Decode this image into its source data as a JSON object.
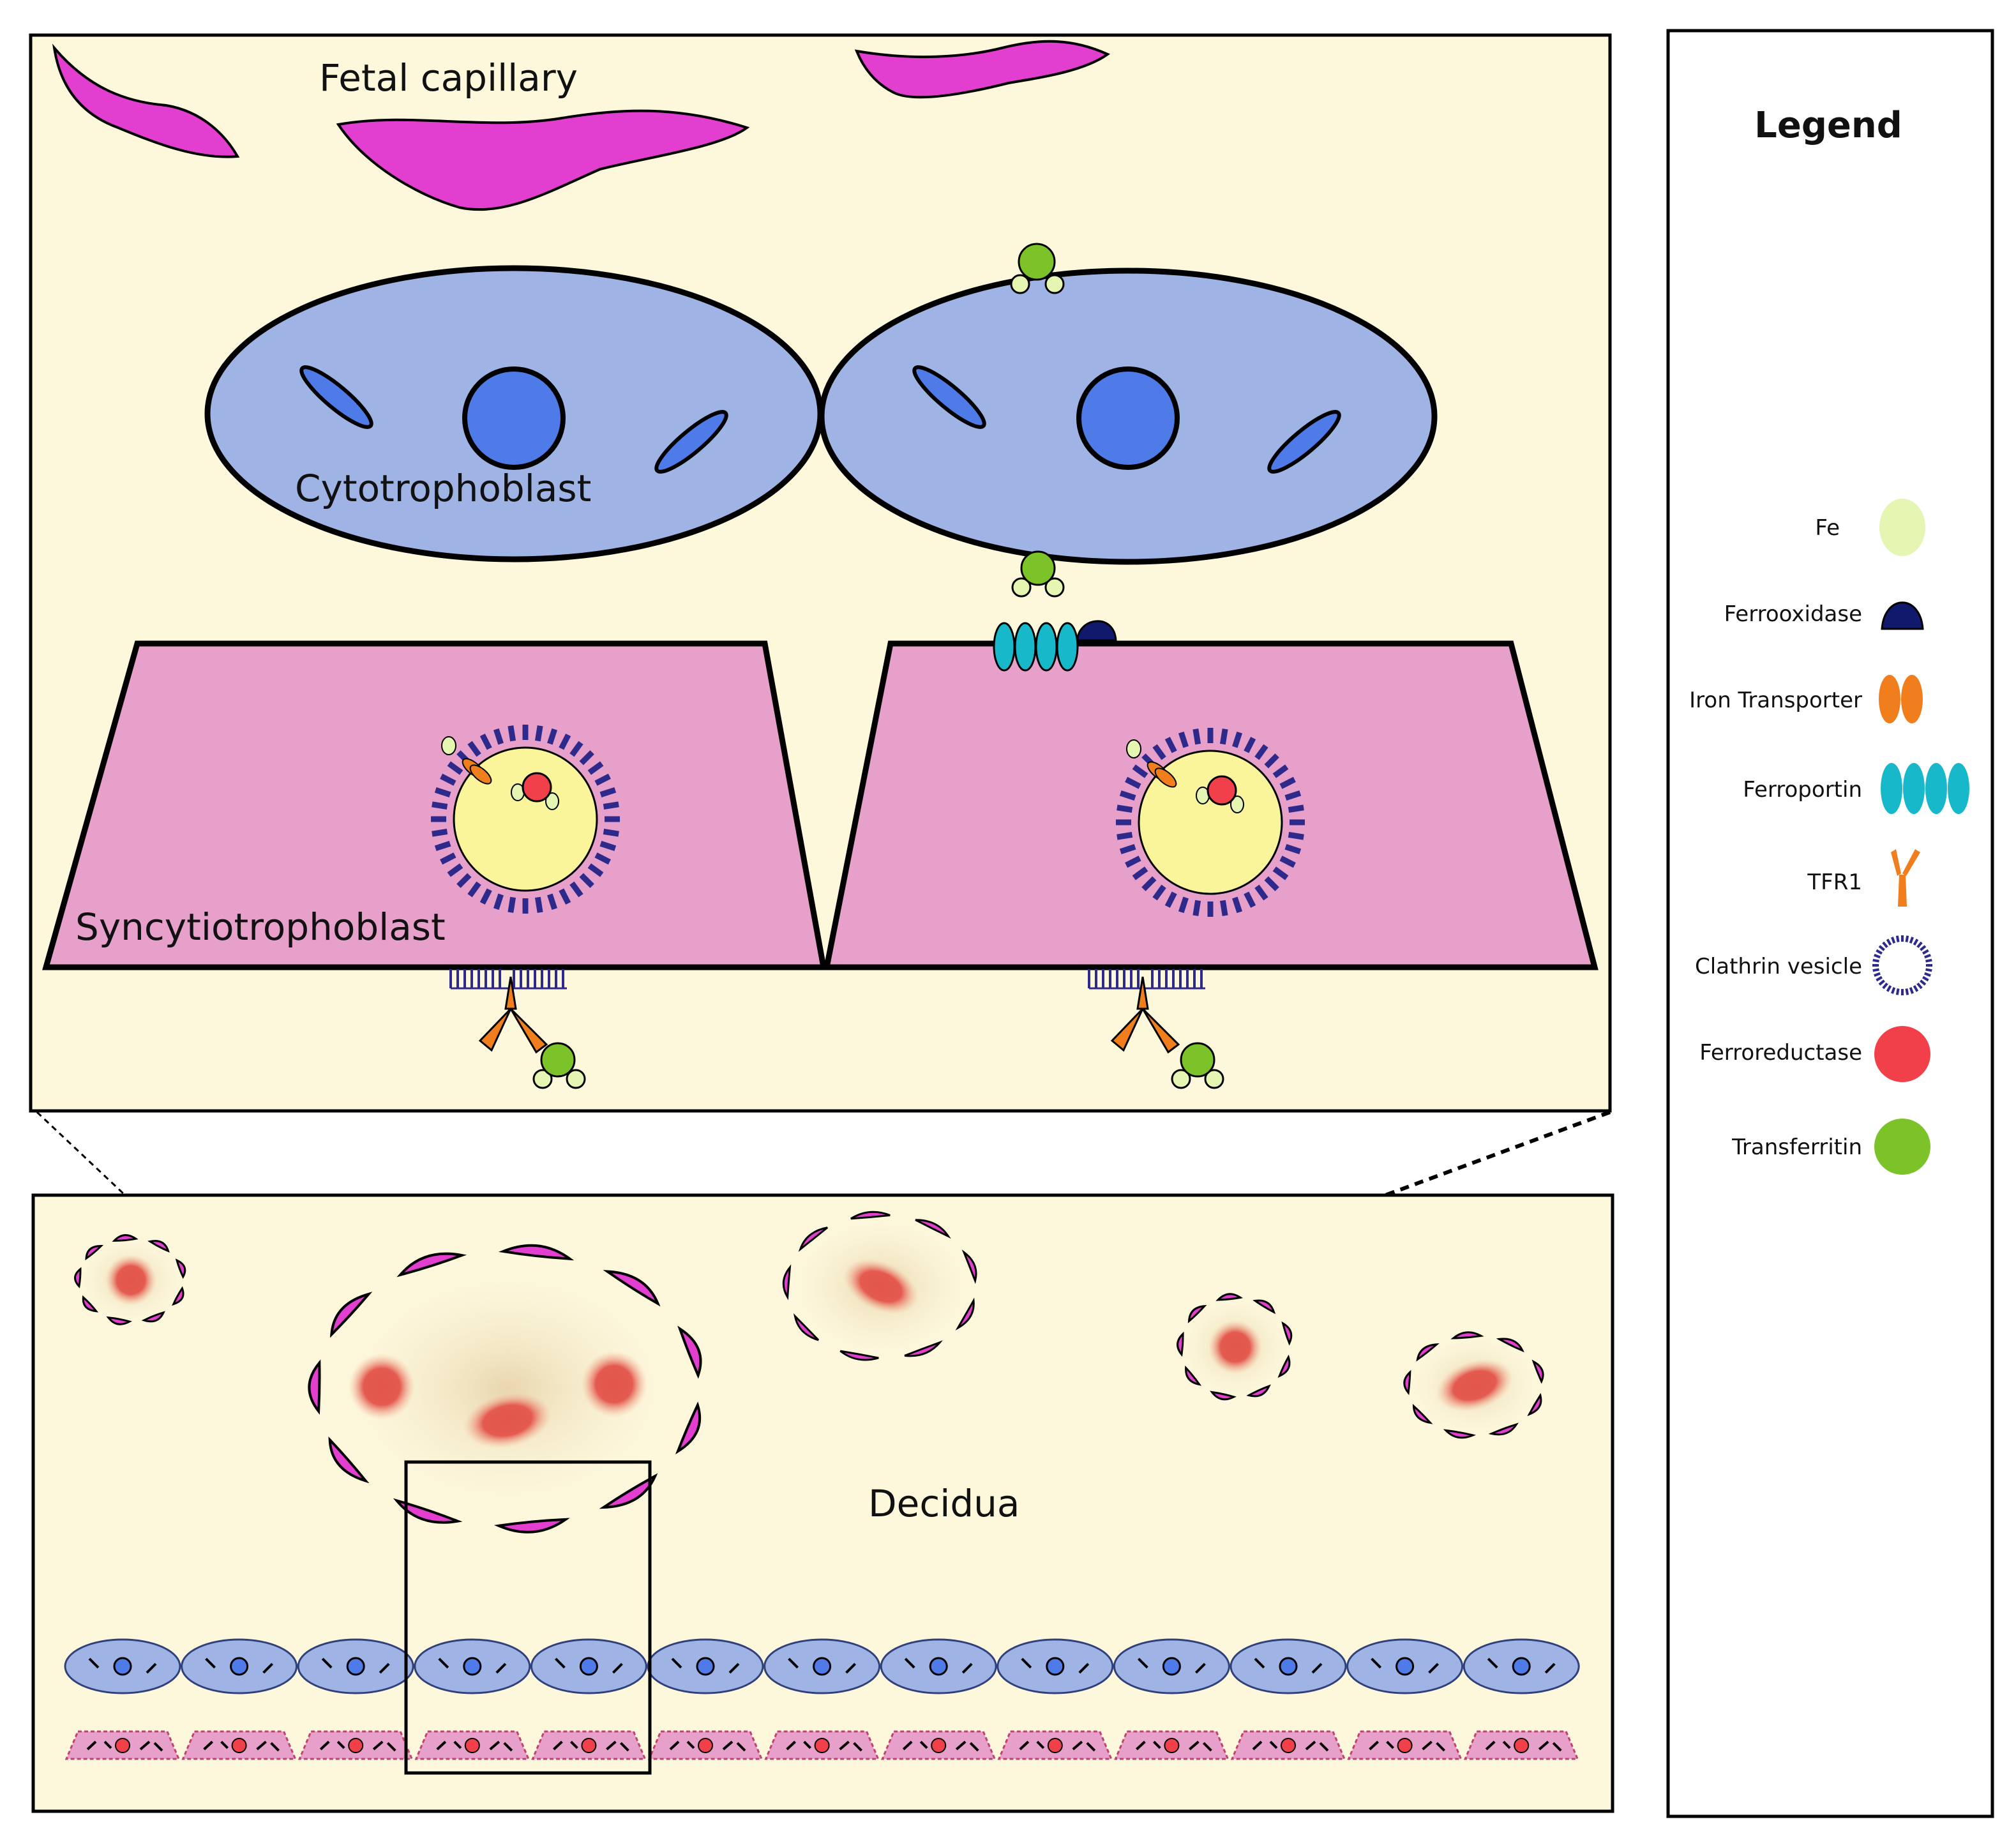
{
  "figure": {
    "colors": {
      "background": "#fdf7dc",
      "fetal_capillary": "#e23fd0",
      "cytotrophoblast": "#9fb3e4",
      "nucleus": "#4f7be9",
      "syncytiotrophoblast": "#e7a0c9",
      "vesicle_core": "#faf59a",
      "clathrin": "#2e2a8c",
      "fe": "#e4f6b2",
      "ferrooxidase": "#10196b",
      "iron_transporter": "#f07e1c",
      "ferroportin": "#17b8c9",
      "tfr1": "#f07e1c",
      "ferroreductase": "#f2404a",
      "transferrin": "#7cc229",
      "maternal_blood_cell": "#e2554b"
    },
    "labels": {
      "fetal_capillary": "Fetal capillary",
      "cytotrophoblast": "Cytotrophoblast",
      "syncytiotrophoblast": "Syncytiotrophoblast",
      "decidua": "Decidua"
    },
    "legend": {
      "title": "Legend",
      "items": [
        {
          "label": "Fe",
          "icon": "fe-icon"
        },
        {
          "label": "Ferrooxidase",
          "icon": "ferrooxidase-icon"
        },
        {
          "label": "Iron Transporter",
          "icon": "iron-transporter-icon"
        },
        {
          "label": "Ferroportin",
          "icon": "ferroportin-icon"
        },
        {
          "label": "TFR1",
          "icon": "tfr1-icon"
        },
        {
          "label": "Clathrin vesicle",
          "icon": "clathrin-vesicle-icon"
        },
        {
          "label": "Ferroreductase",
          "icon": "ferroreductase-icon"
        },
        {
          "label": "Transferritin",
          "icon": "transferrin-icon"
        }
      ]
    }
  }
}
